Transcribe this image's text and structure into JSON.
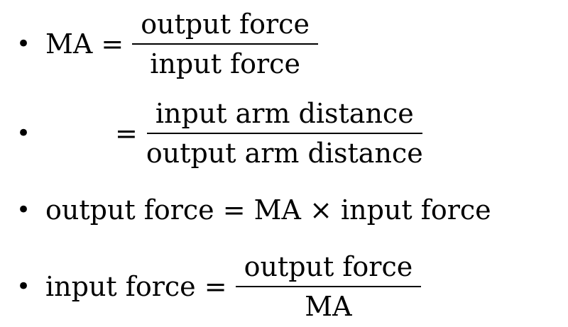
{
  "page": {
    "background": "#ffffff",
    "text_color": "#000000",
    "bullet_char": "•"
  },
  "formulas": [
    {
      "lhs": "MA =",
      "numerator": "output force",
      "denominator": "input force"
    },
    {
      "lhs": "=",
      "numerator": "input arm distance",
      "denominator": "output arm distance"
    },
    {
      "text": "output force = MA × input force"
    },
    {
      "lhs": "input force =",
      "numerator": "output force",
      "denominator": "MA"
    }
  ]
}
